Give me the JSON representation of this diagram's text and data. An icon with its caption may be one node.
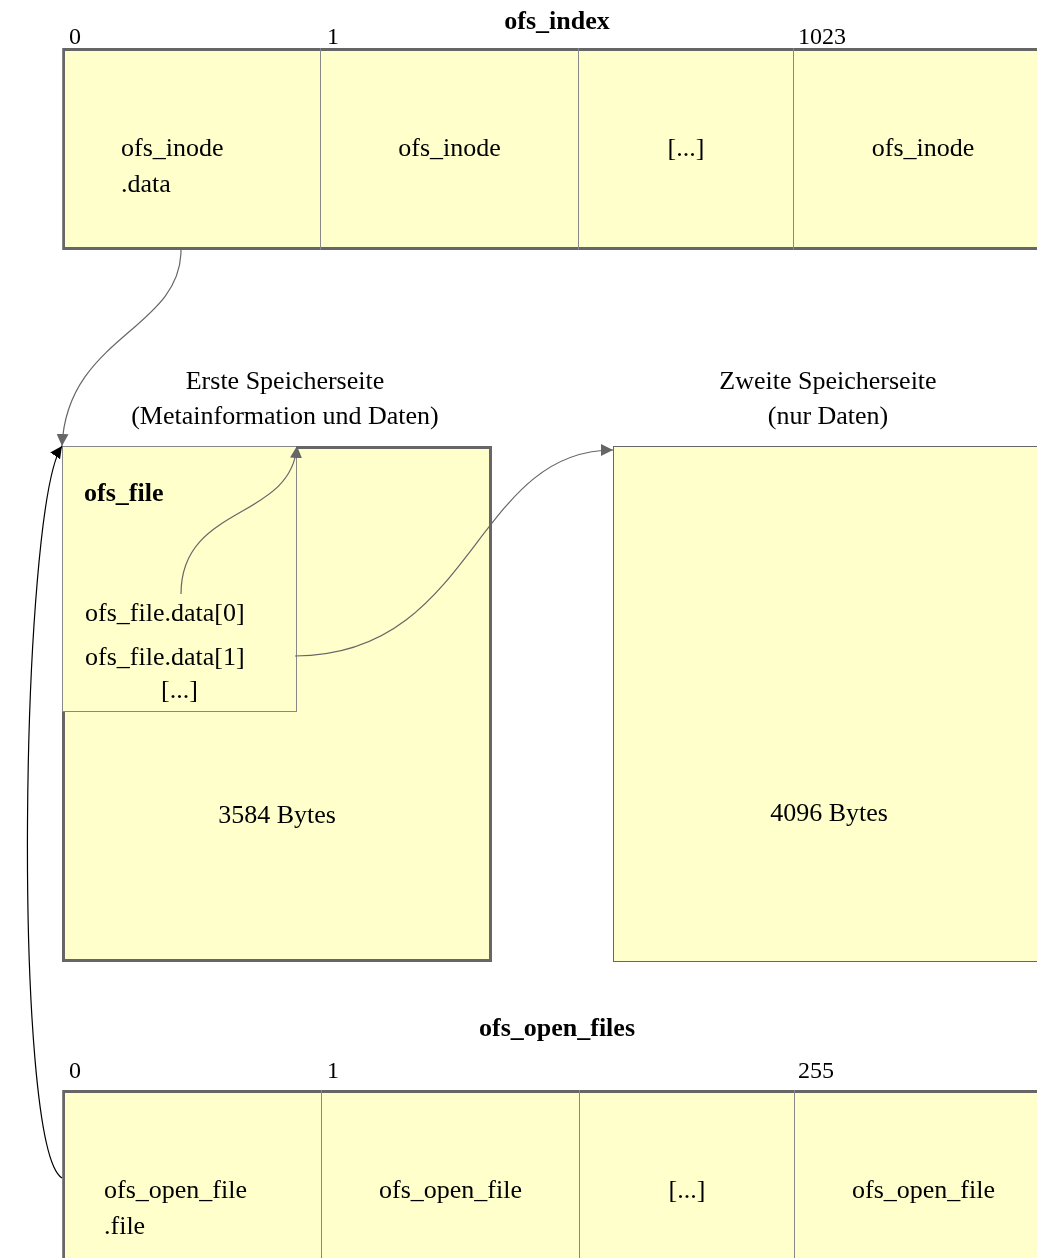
{
  "diagram": {
    "nodes": [
      {
        "text": [
          "ofs_index"
        ]
      },
      {
        "text": [
          "ofs_inode .data"
        ],
        "in": 0
      },
      {
        "text": [
          "ofs_inode"
        ],
        "in": 0
      },
      {
        "text": [
          "[...]"
        ],
        "in": 0
      },
      {
        "text": [
          "ofs_inode"
        ],
        "in": 0
      },
      {
        "text": [
          "Erste Speicherseite (Metainformation und Daten)",
          "3584 Bytes"
        ]
      },
      {
        "text": [
          "ofs_file",
          "[...]"
        ],
        "in": 5
      },
      {
        "text": [
          "ofs_file.data[0]"
        ],
        "in": 6
      },
      {
        "text": [
          "ofs_file.data[1]"
        ],
        "in": 6
      },
      {
        "text": [
          "Zweite Speicherseite (nur Daten)",
          "4096 Bytes"
        ]
      },
      {
        "text": [
          "ofs_open_files"
        ]
      },
      {
        "text": [
          "ofs_open_file .file"
        ],
        "in": 10
      },
      {
        "text": [
          "ofs_open_file"
        ],
        "in": 10
      },
      {
        "text": [
          "[...]"
        ],
        "in": 10
      },
      {
        "text": [
          "ofs_open_file"
        ],
        "in": 10
      }
    ],
    "edges": [
      {
        "from": 1,
        "to": 5,
        "arrow": "to"
      },
      {
        "from": 7,
        "to": 6,
        "arrow": "to"
      },
      {
        "from": 8,
        "to": 9,
        "arrow": "to"
      },
      {
        "from": 11,
        "to": 5,
        "arrow": "to",
        "color": "#000000"
      }
    ],
    "labels": [
      "0",
      "1",
      "1023",
      "0",
      "1",
      "255"
    ]
  }
}
